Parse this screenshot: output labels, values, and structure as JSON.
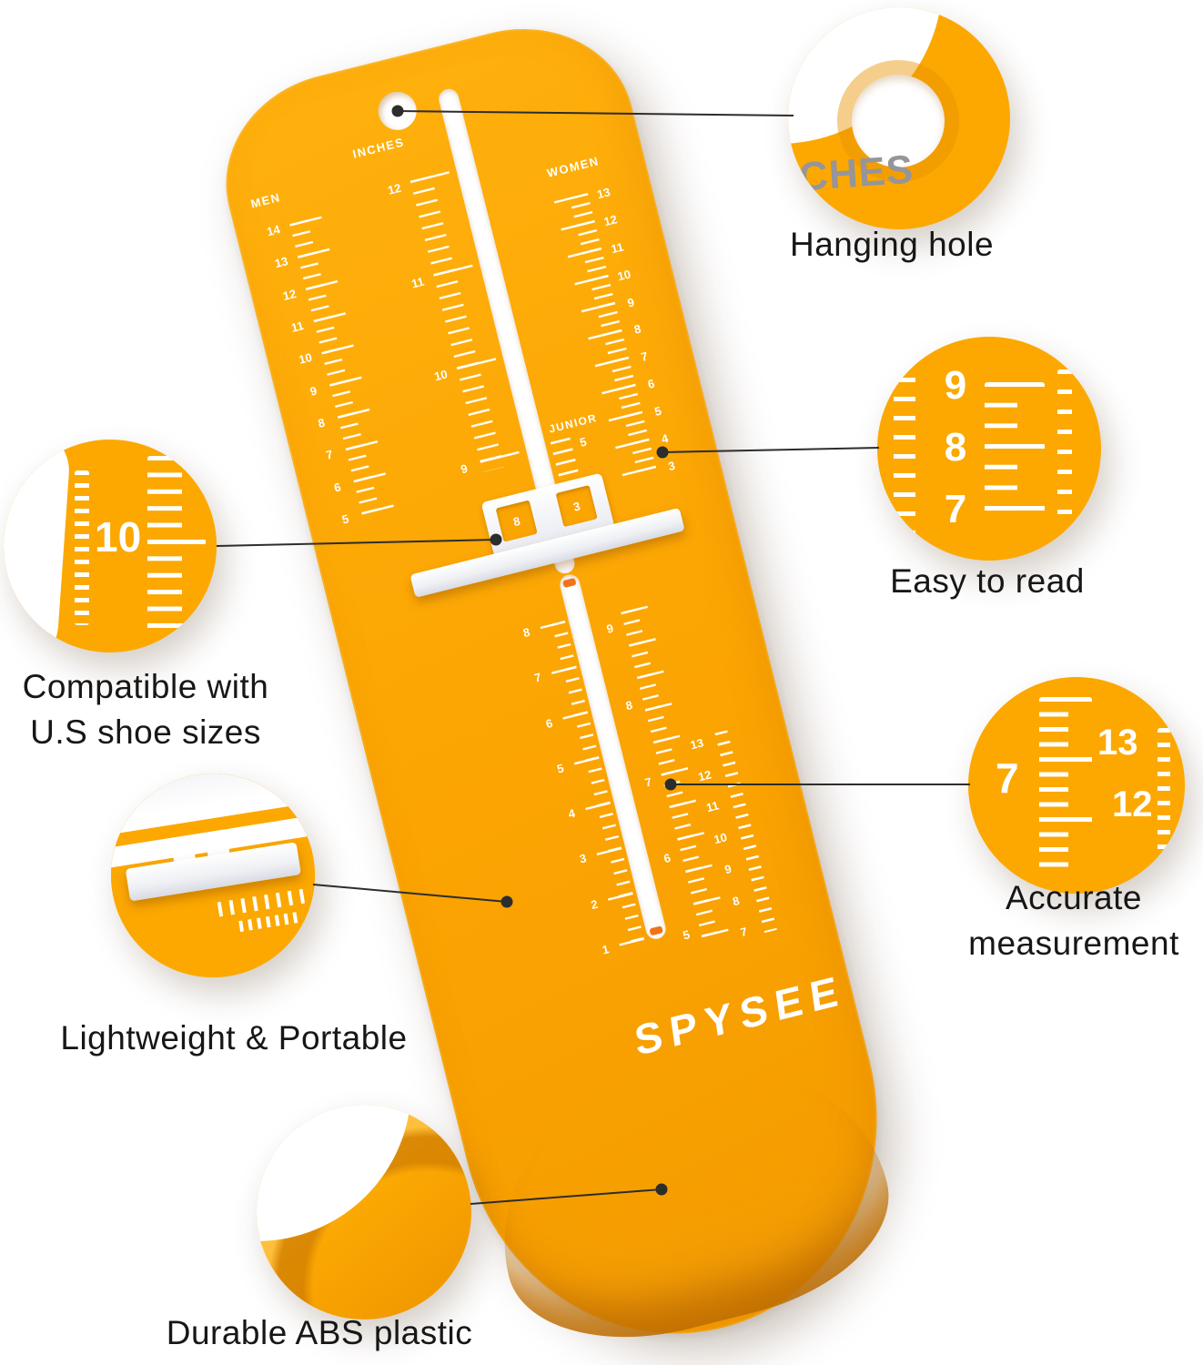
{
  "product": {
    "brand": "SPYSEE"
  },
  "device": {
    "labels": {
      "men": "MEN",
      "inches": "INCHES",
      "women": "WOMEN",
      "junior": "JUNIOR"
    },
    "scales": {
      "men": [
        "14",
        "13",
        "12",
        "11",
        "10",
        "9",
        "8",
        "7",
        "6",
        "5"
      ],
      "inches": [
        "12",
        "11",
        "10",
        "9"
      ],
      "women": [
        "13",
        "12",
        "11",
        "10",
        "9",
        "8",
        "7",
        "6",
        "5",
        "4",
        "3"
      ],
      "junior_upper": [
        "5"
      ],
      "lower_left": [
        "8",
        "7",
        "6",
        "5",
        "4",
        "3",
        "2",
        "1"
      ],
      "lower_inner": [
        "9",
        "8",
        "7",
        "6",
        "5"
      ],
      "lower_outer": [
        "13",
        "12",
        "11",
        "10",
        "9",
        "8",
        "7"
      ]
    },
    "slider": {
      "window_left_value": "8",
      "window_right_value": "3"
    }
  },
  "callouts": {
    "hanging_hole": {
      "label": "Hanging hole",
      "zoom_text": "CHES"
    },
    "easy_to_read": {
      "label": "Easy to read",
      "numbers": [
        "9",
        "8",
        "7"
      ]
    },
    "accurate": {
      "label_line1": "Accurate",
      "label_line2": "measurement",
      "left_number": "7",
      "right_numbers": [
        "13",
        "12"
      ]
    },
    "compatible": {
      "label_line1": "Compatible with",
      "label_line2": "U.S shoe sizes",
      "number": "10"
    },
    "lightweight": {
      "label": "Lightweight & Portable"
    },
    "durable": {
      "label": "Durable ABS plastic"
    }
  },
  "colors": {
    "device_orange": "#FCA800",
    "device_orange_dark": "#E78F00",
    "text_dark": "#1a1a1a",
    "white": "#ffffff"
  }
}
